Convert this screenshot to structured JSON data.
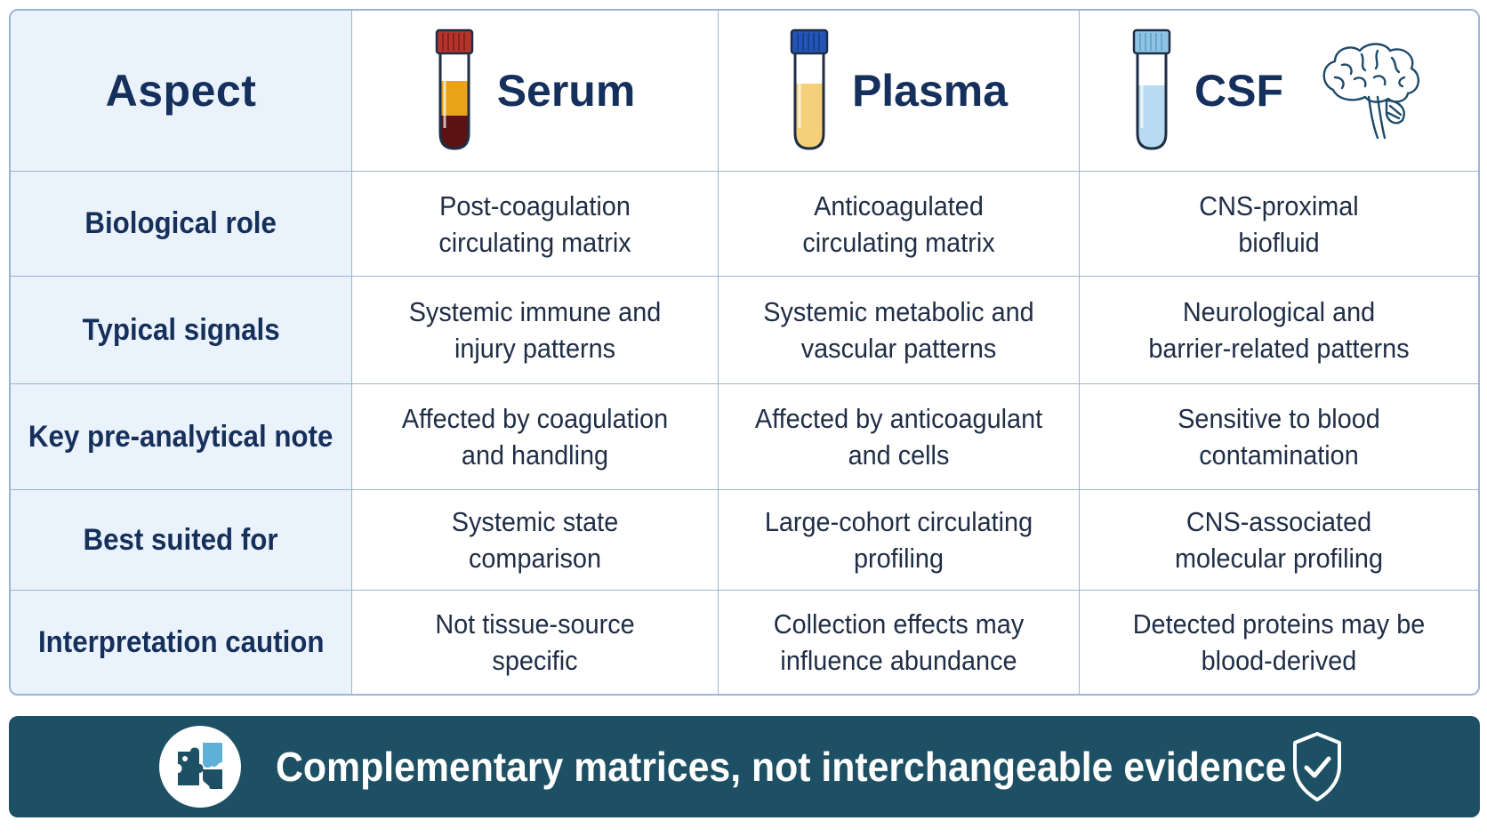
{
  "header": {
    "aspect": "Aspect",
    "matrices": [
      {
        "name": "Serum",
        "icon": "serum-tube-icon",
        "cap_color": "#b5332a",
        "liquid_color": "#e8a317",
        "sediment_color": "#5a1212"
      },
      {
        "name": "Plasma",
        "icon": "plasma-tube-icon",
        "cap_color": "#2454b5",
        "liquid_color": "#f4d07a"
      },
      {
        "name": "CSF",
        "icon": "csf-tube-icon",
        "cap_color": "#8fc3e3",
        "liquid_color": "#b7dbf0",
        "extra_icon": "brain-icon"
      }
    ]
  },
  "rows": [
    {
      "label": "Biological role",
      "cells": [
        [
          "Post-coagulation",
          "circulating matrix"
        ],
        [
          "Anticoagulated",
          "circulating matrix"
        ],
        [
          "CNS-proximal",
          "biofluid"
        ]
      ]
    },
    {
      "label": "Typical signals",
      "cells": [
        [
          "Systemic immune and",
          "injury patterns"
        ],
        [
          "Systemic metabolic and",
          "vascular patterns"
        ],
        [
          "Neurological and",
          "barrier-related patterns"
        ]
      ]
    },
    {
      "label": "Key pre-analytical note",
      "cells": [
        [
          "Affected by coagulation",
          "and handling"
        ],
        [
          "Affected by anticoagulant",
          "and cells"
        ],
        [
          "Sensitive to blood",
          "contamination"
        ]
      ]
    },
    {
      "label": "Best suited for",
      "cells": [
        [
          "Systemic state",
          "comparison"
        ],
        [
          "Large-cohort circulating",
          "profiling"
        ],
        [
          "CNS-associated",
          "molecular profiling"
        ]
      ]
    },
    {
      "label": "Interpretation caution",
      "cells": [
        [
          "Not tissue-source",
          "specific"
        ],
        [
          "Collection effects may",
          "influence abundance"
        ],
        [
          "Detected proteins may be",
          "blood-derived"
        ]
      ]
    }
  ],
  "footer": {
    "text": "Complementary matrices, not interchangeable evidence",
    "left_icon": "puzzle-icon",
    "right_icon": "shield-check-icon",
    "background": "#1d5064"
  }
}
